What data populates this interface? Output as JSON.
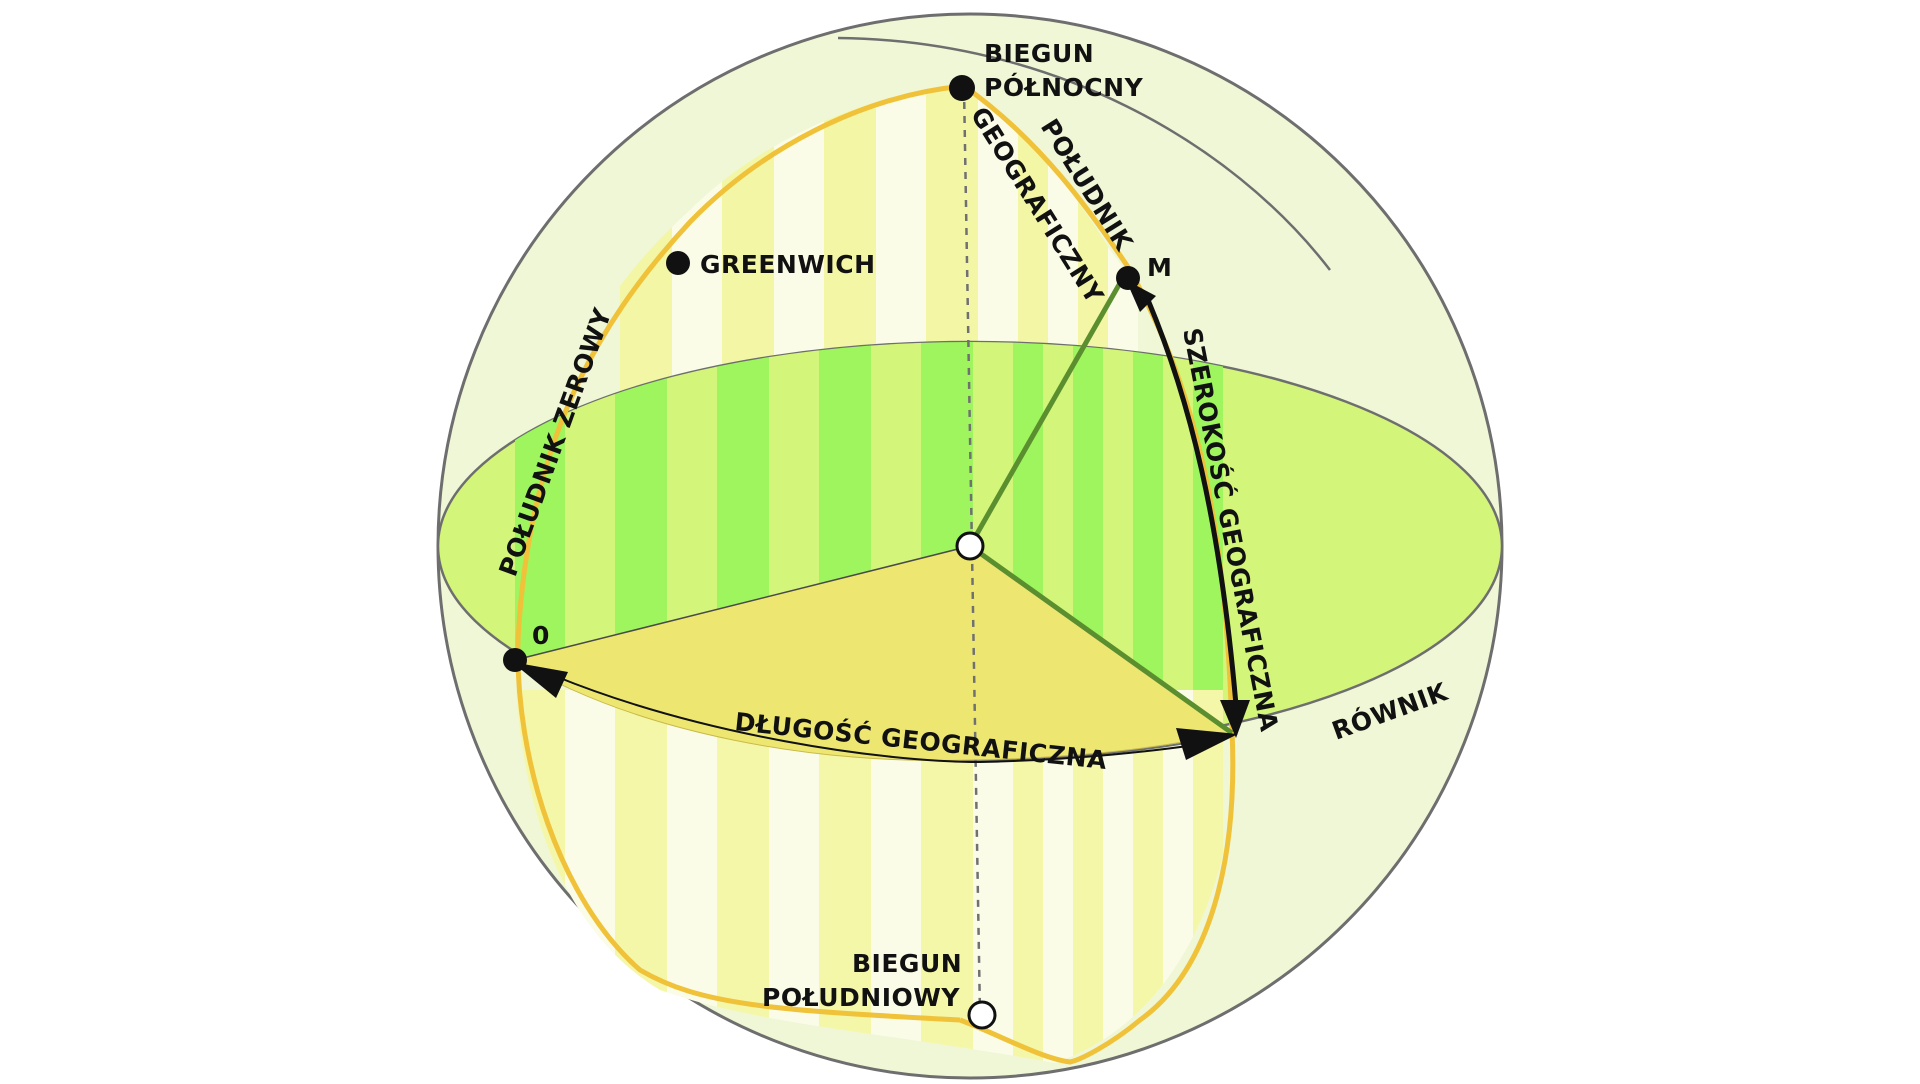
{
  "labels": {
    "north_pole_1": "BIEGUN",
    "north_pole_2": "PÓŁNOCNY",
    "meridian_1": "POŁUDNIK",
    "meridian_2": "GEOGRAFICZNY",
    "greenwich": "GREENWICH",
    "point_m": "M",
    "prime_meridian": "POŁUDNIK ZEROWY",
    "latitude": "SZEROKOŚĆ GEOGRAFICZNA",
    "zero": "0",
    "longitude": "DŁUGOŚĆ GEOGRAFICZNA",
    "equator": "RÓWNIK",
    "south_pole_1": "BIEGUN",
    "south_pole_2": "POŁUDNIOWY"
  },
  "colors": {
    "sphere_fill": "#eff7d6",
    "outline": "#6e6e6e",
    "equator_plane": "#d2f57a",
    "equator_stripe": "#9ef55d",
    "lower_stripe_yellow": "#f5f7a8",
    "lower_stripe_light": "#fbfce8",
    "upper_stripe_yellow": "#f3f6a5",
    "sector_fill": "#ede771",
    "meridian_curve": "#f0c23a",
    "radius_line": "#5b8e2f",
    "arrow": "#111111",
    "pole_dot": "#111111"
  },
  "icons": {
    "north_pole_marker": "filled-circle",
    "south_pole_marker": "hollow-circle",
    "center_marker": "hollow-circle",
    "arrowheads": "triangle-arrow"
  }
}
